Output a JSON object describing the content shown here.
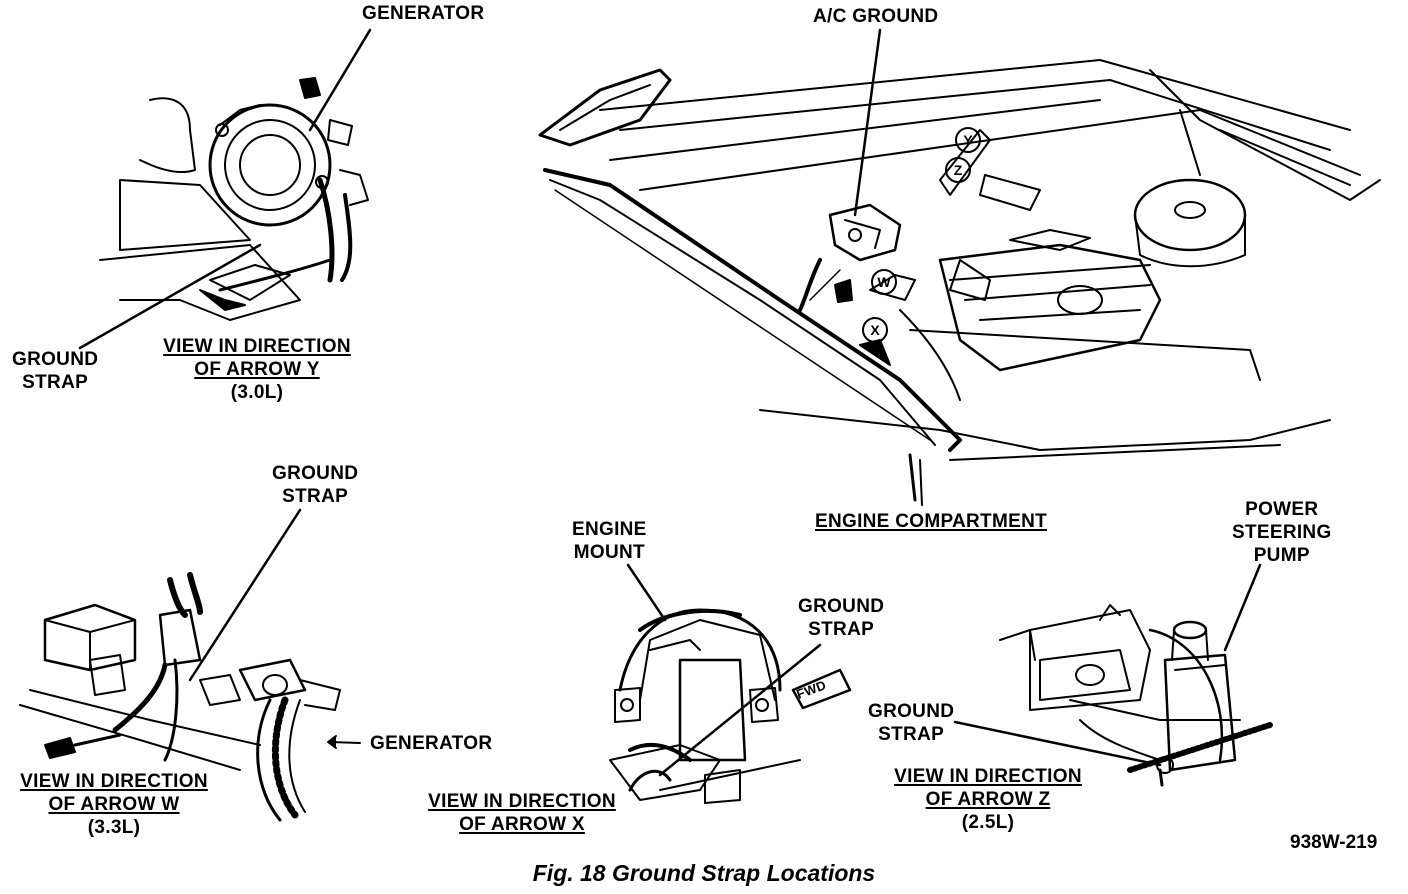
{
  "caption": "Fig. 18 Ground Strap Locations",
  "figure_id": "938W-219",
  "labels": {
    "generator_top": "GENERATOR",
    "ground_strap_y": [
      "GROUND",
      "STRAP"
    ],
    "view_y": [
      "VIEW IN DIRECTION",
      "OF ARROW Y",
      "(3.0L)"
    ],
    "ac_ground": "A/C GROUND",
    "engine_compartment": "ENGINE COMPARTMENT",
    "ground_strap_w": [
      "GROUND",
      "STRAP"
    ],
    "generator_w": "GENERATOR",
    "view_w": [
      "VIEW IN DIRECTION",
      "OF ARROW W",
      "(3.3L)"
    ],
    "engine_mount": [
      "ENGINE",
      "MOUNT"
    ],
    "ground_strap_x": [
      "GROUND",
      "STRAP"
    ],
    "view_x": [
      "VIEW IN DIRECTION",
      "OF ARROW X"
    ],
    "fwd": "FWD",
    "power_steering": [
      "POWER",
      "STEERING",
      "PUMP"
    ],
    "ground_strap_z": [
      "GROUND",
      "STRAP"
    ],
    "view_z": [
      "VIEW IN DIRECTION",
      "OF ARROW Z",
      "(2.5L)"
    ]
  },
  "callouts": [
    "Y",
    "Z",
    "W",
    "X"
  ]
}
